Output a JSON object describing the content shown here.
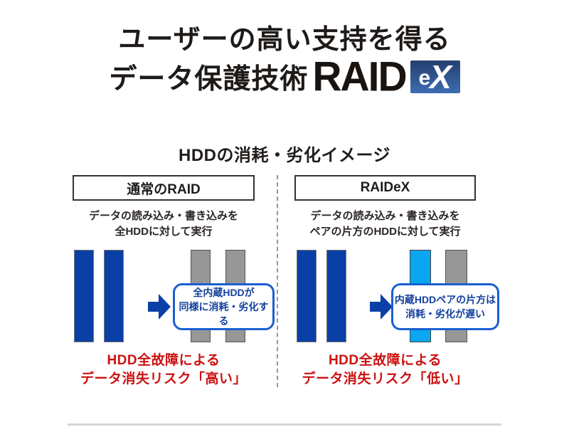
{
  "header": {
    "title_line1": "ユーザーの高い支持を得る",
    "title_line2_prefix": "データ保護技術",
    "logo": {
      "raid": "RAID",
      "ex_e": "e",
      "ex_x": "X"
    }
  },
  "section": {
    "title": "HDDの消耗・劣化イメージ"
  },
  "columns": [
    {
      "header": "通常のRAID",
      "desc_line1": "データの読み込み・書き込みを",
      "desc_line2": "全HDDに対して実行",
      "callout_line1": "全内蔵HDDが",
      "callout_line2": "同様に消耗・劣化する",
      "caption_line1": "HDD全故障による",
      "caption_line2": "データ消失リスク「高い」"
    },
    {
      "header": "RAIDeX",
      "desc_line1": "データの読み込み・書き込みを",
      "desc_line2": "ペアの片方のHDDに対して実行",
      "callout_line1": "内蔵HDDペアの片方は",
      "callout_line2": "消耗・劣化が遅い",
      "caption_line1": "HDD全故障による",
      "caption_line2": "データ消失リスク「低い」"
    }
  ],
  "colors": {
    "bar_blue": "#0a3fa6",
    "bar_cyan": "#0aa6ef",
    "bar_gray": "#979797",
    "arrow_blue": "#0a3fa6",
    "callout_border": "#1a5fd0",
    "callout_text": "#14409e",
    "caption_red": "#cc1111",
    "logo_box_top": "#24406e",
    "logo_box_bottom": "#3e6cb2"
  }
}
